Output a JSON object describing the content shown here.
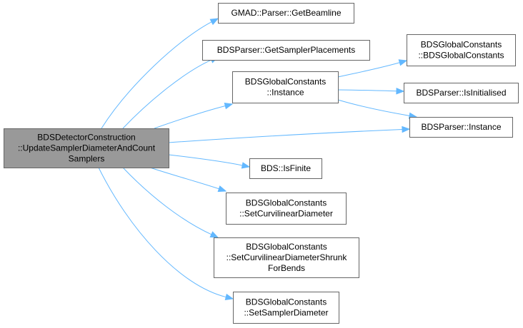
{
  "graph": {
    "colors": {
      "edge": "#63b8ff",
      "root_fill": "#999999",
      "node_fill": "#ffffff",
      "node_border": "#666666"
    },
    "nodes": [
      {
        "id": "root",
        "lines": [
          "BDSDetectorConstruction",
          "::UpdateSamplerDiameterAndCount",
          "Samplers"
        ],
        "root": true
      },
      {
        "id": "getbeamline",
        "lines": [
          "GMAD::Parser::GetBeamline"
        ]
      },
      {
        "id": "getsamplerplacements",
        "lines": [
          "BDSParser::GetSamplerPlacements"
        ]
      },
      {
        "id": "gc_instance",
        "lines": [
          "BDSGlobalConstants",
          "::Instance"
        ]
      },
      {
        "id": "gc_ctor",
        "lines": [
          "BDSGlobalConstants",
          "::BDSGlobalConstants"
        ]
      },
      {
        "id": "isinitialised",
        "lines": [
          "BDSParser::IsInitialised"
        ]
      },
      {
        "id": "parser_instance",
        "lines": [
          "BDSParser::Instance"
        ]
      },
      {
        "id": "isfinite",
        "lines": [
          "BDS::IsFinite"
        ]
      },
      {
        "id": "setcurvdiam",
        "lines": [
          "BDSGlobalConstants",
          "::SetCurvilinearDiameter"
        ]
      },
      {
        "id": "setcurvshrunk",
        "lines": [
          "BDSGlobalConstants",
          "::SetCurvilinearDiameterShrunk",
          "ForBends"
        ]
      },
      {
        "id": "setsamplerdiam",
        "lines": [
          "BDSGlobalConstants",
          "::SetSamplerDiameter"
        ]
      }
    ],
    "edges": [
      {
        "from": "root",
        "to": "getbeamline"
      },
      {
        "from": "root",
        "to": "getsamplerplacements"
      },
      {
        "from": "root",
        "to": "gc_instance"
      },
      {
        "from": "root",
        "to": "parser_instance"
      },
      {
        "from": "root",
        "to": "isfinite"
      },
      {
        "from": "root",
        "to": "setcurvdiam"
      },
      {
        "from": "root",
        "to": "setcurvshrunk"
      },
      {
        "from": "root",
        "to": "setsamplerdiam"
      },
      {
        "from": "gc_instance",
        "to": "gc_ctor"
      },
      {
        "from": "gc_instance",
        "to": "isinitialised"
      },
      {
        "from": "gc_instance",
        "to": "parser_instance"
      }
    ]
  }
}
